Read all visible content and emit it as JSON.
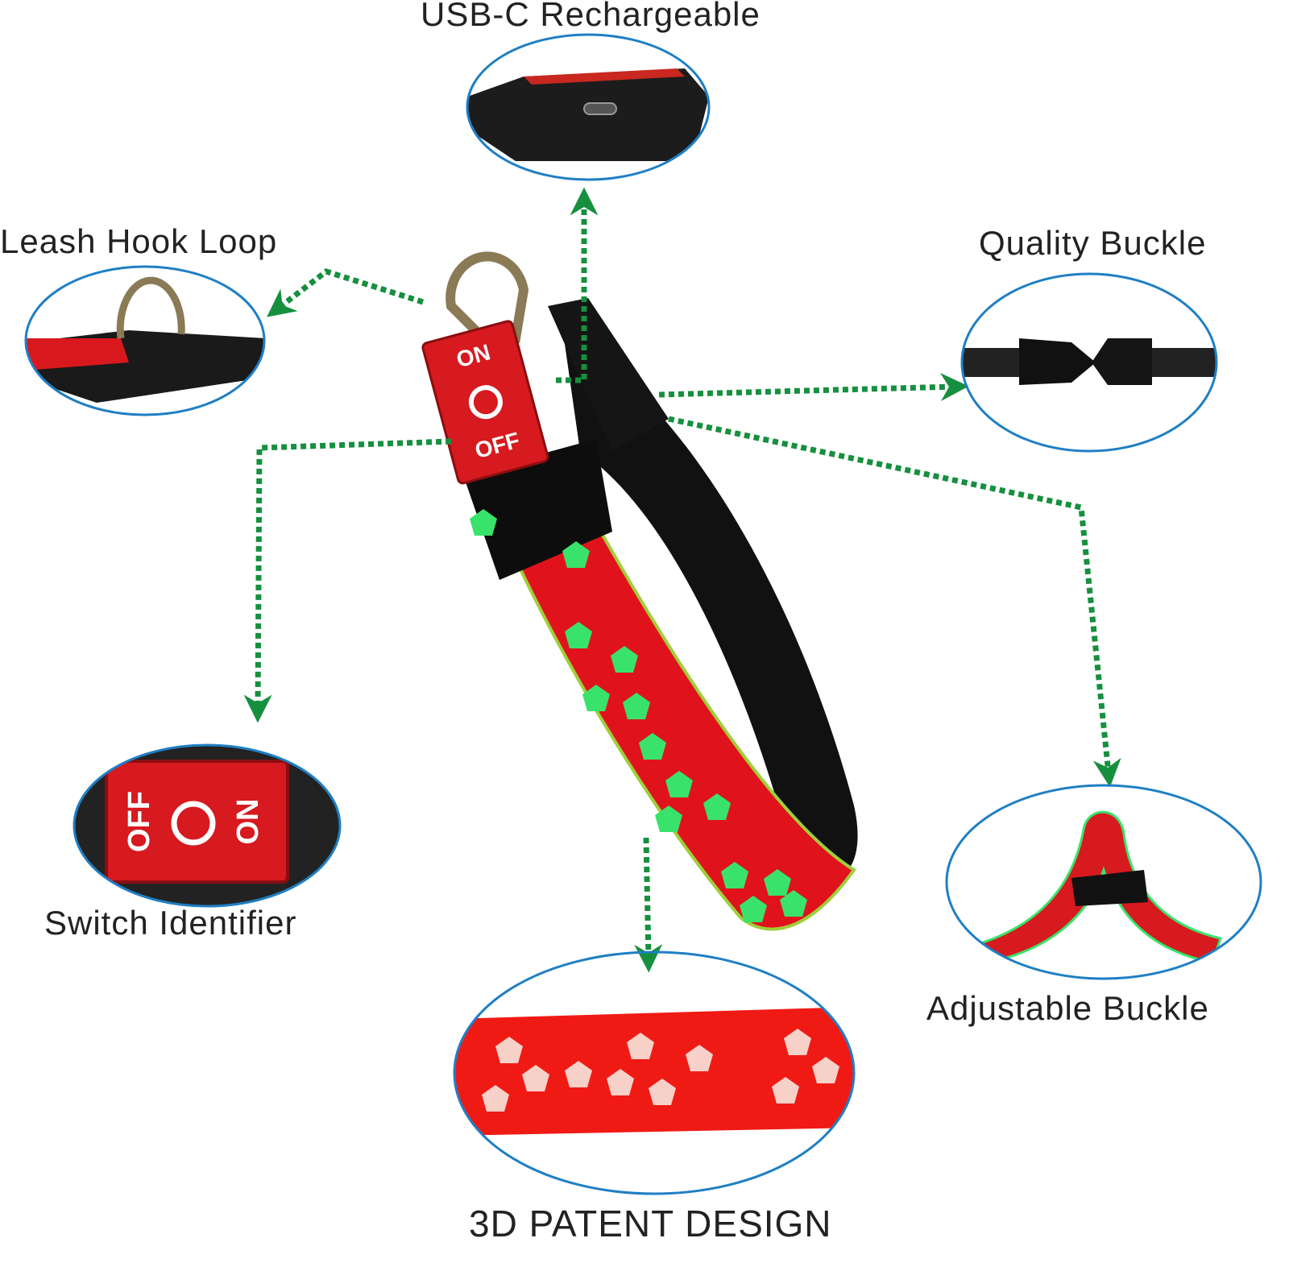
{
  "features": {
    "usb": {
      "label": "USB-C Rechargeable",
      "icon": "usb-c-port-icon"
    },
    "leash": {
      "label": "Leash Hook Loop",
      "icon": "d-ring-icon"
    },
    "buckle": {
      "label": "Quality Buckle",
      "icon": "buckle-icon"
    },
    "switch": {
      "label": "Switch Identifier",
      "icon": "power-switch-icon",
      "on_text": "ON",
      "off_text": "OFF"
    },
    "adjustable": {
      "label": "Adjustable Buckle",
      "icon": "adjustable-loop-icon"
    },
    "patent": {
      "label": "3D PATENT DESIGN",
      "icon": "pentagon-pattern-icon"
    }
  },
  "colors": {
    "collar_red": "#e0131c",
    "led_green": "#39e36b",
    "arrow_green": "#16903e",
    "ellipse_blue": "#1f7fc4",
    "strap_black": "#111111"
  }
}
